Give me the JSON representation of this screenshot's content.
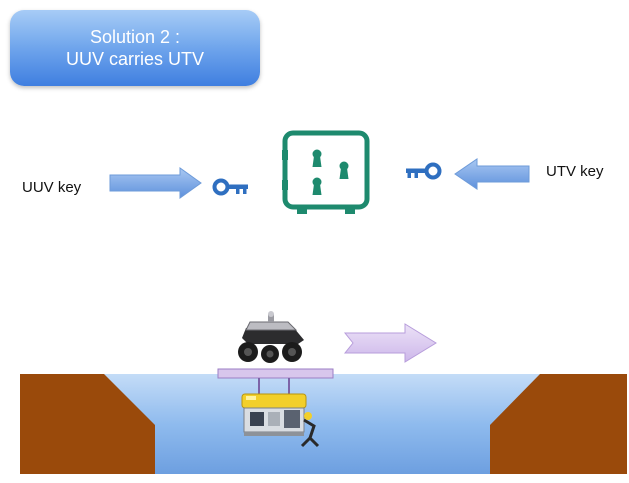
{
  "title": {
    "line1": "Solution 2 :",
    "line2": "UUV carries UTV"
  },
  "labels": {
    "uuv_key": "UUV key",
    "utv_key": "UTV key"
  },
  "colors": {
    "title_box": "#6fa5ec",
    "blue_arrow": "#7aa8e6",
    "key_icon": "#2f6fc0",
    "safe_icon": "#1e8a6e",
    "purple_arrow": "#d9c9ee",
    "ground": "#9a4a0b",
    "water": "#8fbbee",
    "platform": "#d8c6ec"
  },
  "icons": [
    "key-icon",
    "safe-icon",
    "key-icon",
    "rover-vehicle-icon",
    "underwater-vehicle-icon"
  ]
}
